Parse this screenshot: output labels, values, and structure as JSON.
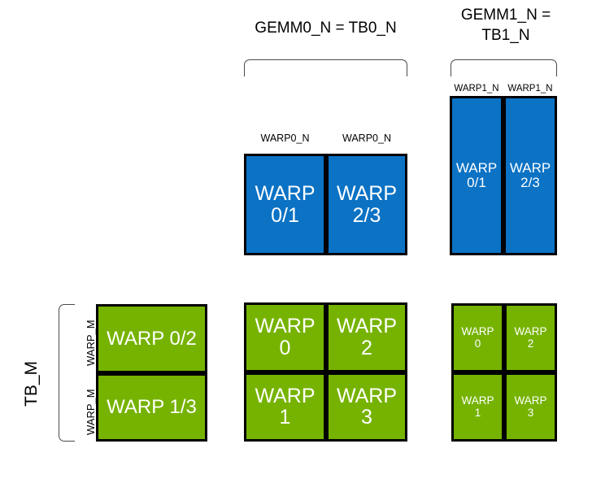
{
  "diagram": {
    "title_gemm0": "GEMM0_N = TB0_N",
    "title_gemm1": "GEMM1_N =\nTB1_N",
    "label_tb_m": "TB_M",
    "label_warp_m": "WARP_M",
    "label_warp0_n": "WARP0_N",
    "label_warp1_n": "WARP1_N",
    "colors": {
      "blue": "#0b72c4",
      "green": "#76b300",
      "outline": "#000000",
      "bracket": "#4a4a4a",
      "text_on_fill": "#ffffff",
      "text": "#000000"
    },
    "blue_center": {
      "column_labels": [
        "WARP0_N",
        "WARP0_N"
      ],
      "cells": [
        "WARP\n0/1",
        "WARP\n2/3"
      ]
    },
    "blue_right": {
      "column_labels": [
        "WARP1_N",
        "WARP1_N"
      ],
      "cells": [
        "WARP\n0/1",
        "WARP\n2/3"
      ]
    },
    "green_left": {
      "row_labels": [
        "WARP_M",
        "WARP_M"
      ],
      "cells": [
        "WARP 0/2",
        "WARP 1/3"
      ]
    },
    "green_center": {
      "cells": [
        [
          "WARP\n0",
          "WARP\n2"
        ],
        [
          "WARP\n1",
          "WARP\n3"
        ]
      ]
    },
    "green_right": {
      "cells": [
        [
          "WARP\n0",
          "WARP\n2"
        ],
        [
          "WARP\n1",
          "WARP\n3"
        ]
      ]
    }
  }
}
